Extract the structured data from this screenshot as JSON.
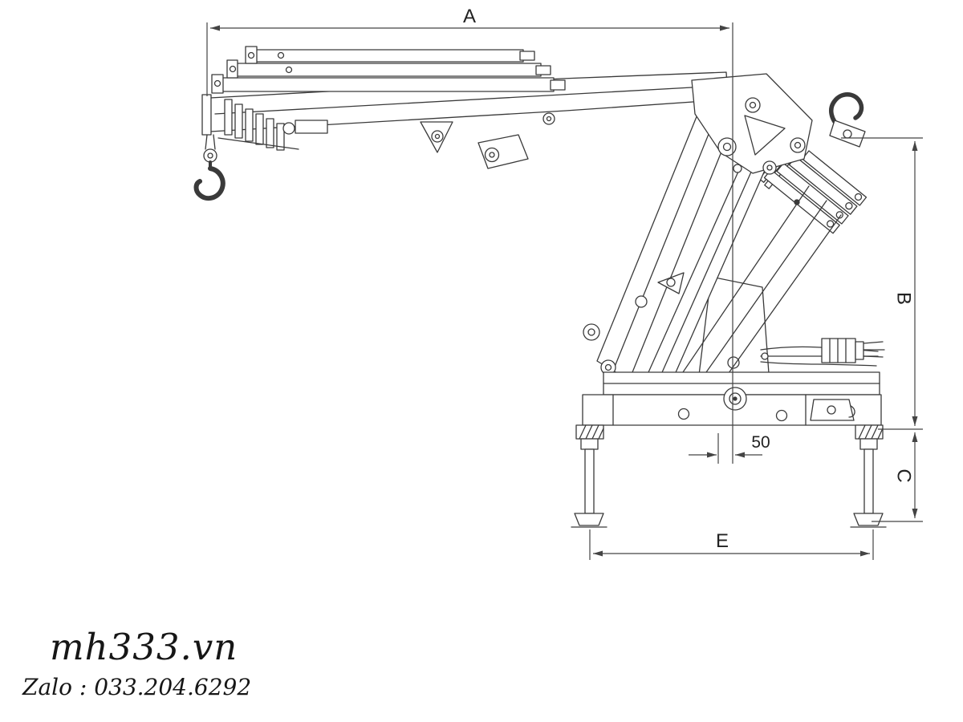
{
  "page": {
    "background": "#ffffff",
    "drawing_line_color": "#3a3a3a",
    "drawing_subject": "knuckle-boom-crane-side-view"
  },
  "dimensions": {
    "a_label": "A",
    "b_label": "B",
    "c_label": "C",
    "e_label": "E",
    "offset_label": "50"
  },
  "watermark": {
    "site": "mh333.vn",
    "contact": "Zalo : 033.204.6292"
  }
}
